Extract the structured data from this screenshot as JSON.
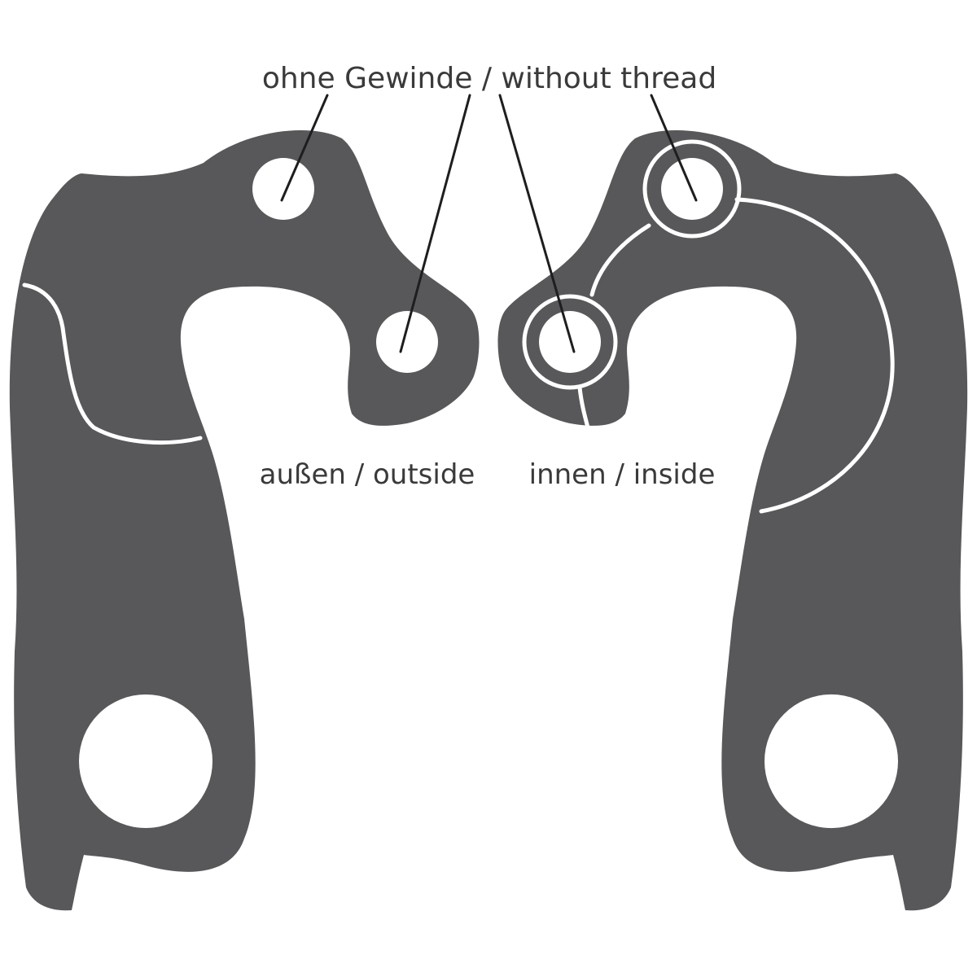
{
  "callout": {
    "title": "ohne Gewinde / without thread"
  },
  "views": {
    "outside_label": "außen / outside",
    "inside_label": "innen / inside"
  },
  "colors": {
    "body": "#58585a",
    "hole": "#ffffff",
    "leader": "#1e1e1e",
    "text": "#3a3a3a"
  }
}
